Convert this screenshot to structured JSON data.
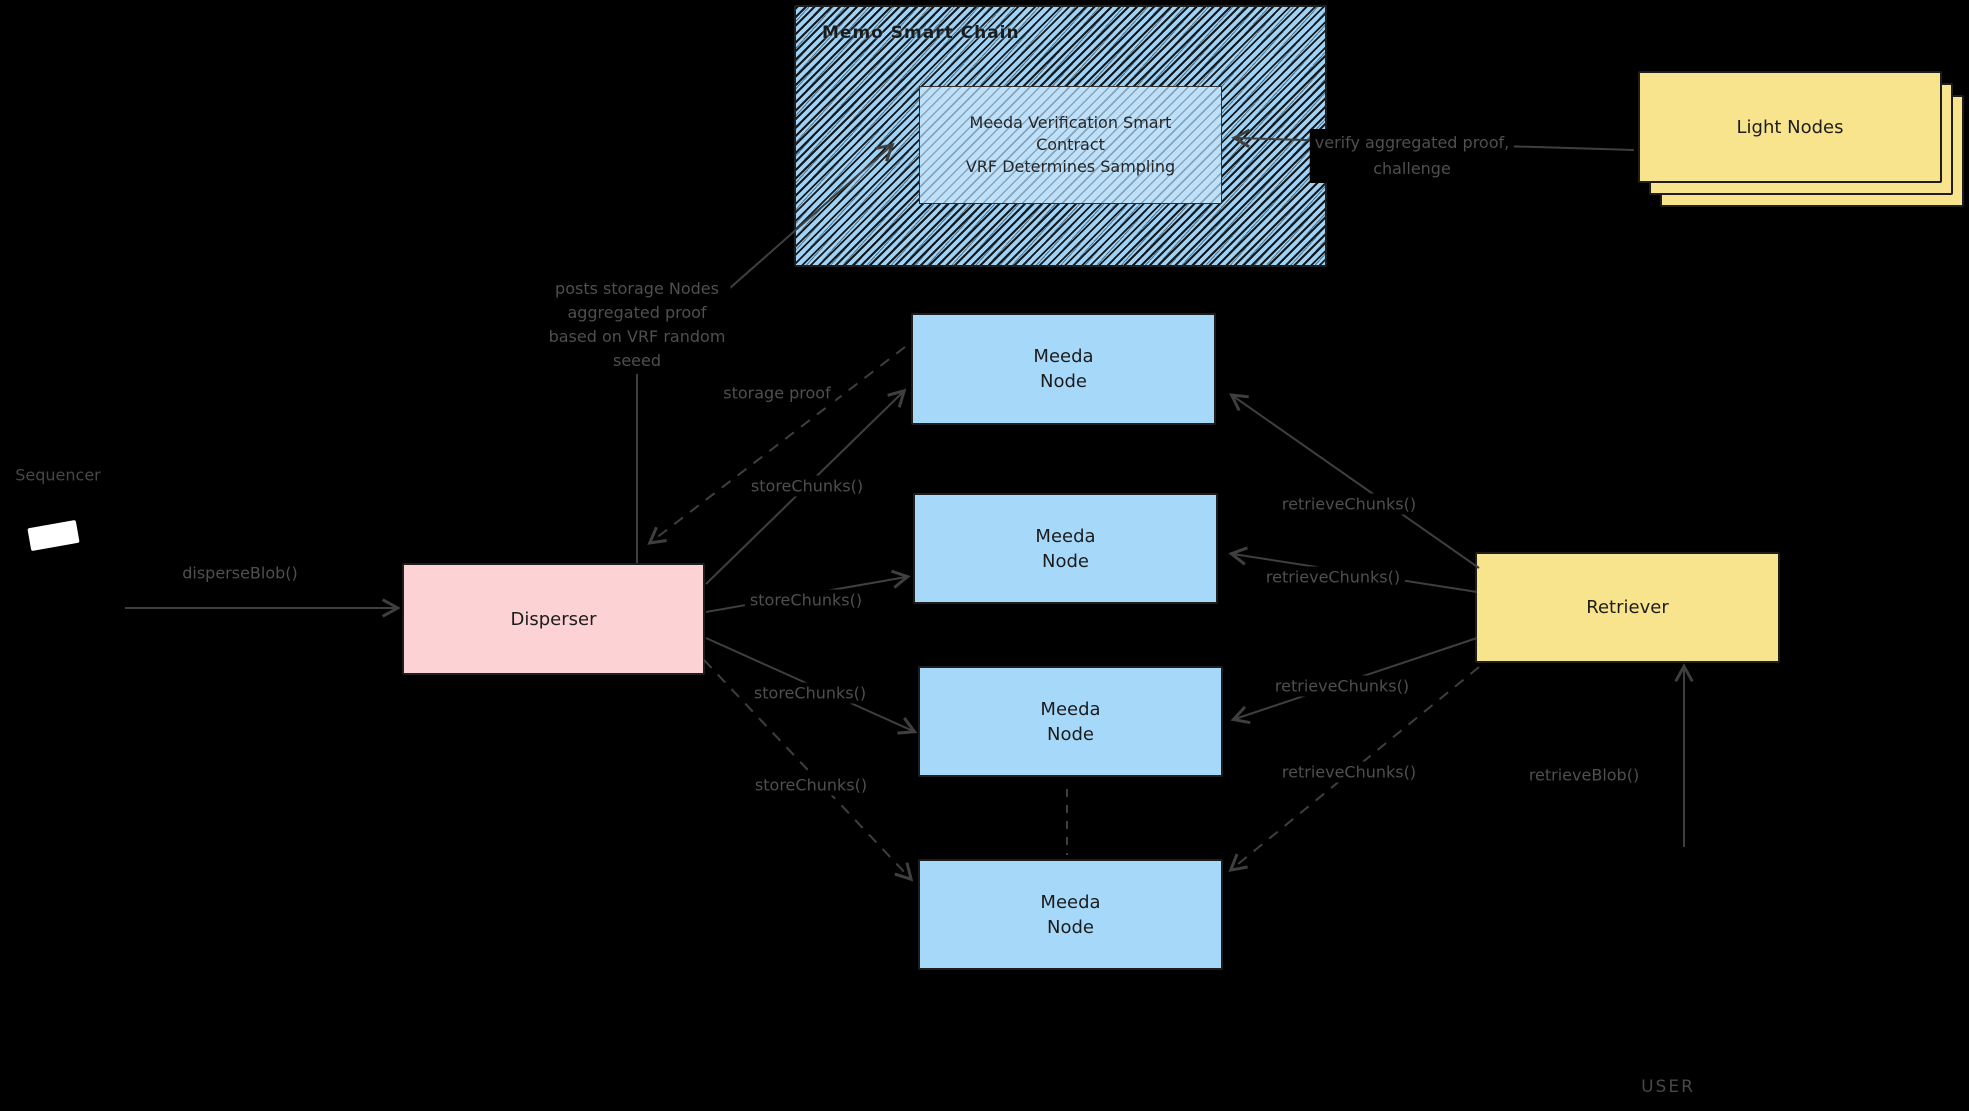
{
  "diagram": {
    "title": "Meeda data availability architecture",
    "colors": {
      "background": "#000000",
      "node_blue": "#a6d8fa",
      "disperser_pink": "#fcd2d5",
      "retriever_yellow": "#f8e48c",
      "light_nodes_yellow": "#f8e48c",
      "chain_hatch_blue": "#9fd2f5",
      "contract_blue": "#bee1fb",
      "box_stroke": "#1e1e1e",
      "wire_gray": "#3f3f3f",
      "label_gray": "#4f4f4f"
    },
    "chain": {
      "title": "Memo Smart Chain",
      "contract_lines": [
        "Meeda Verification Smart",
        "Contract",
        "VRF Determines Sampling"
      ]
    },
    "actors": {
      "sequencer": "Sequencer",
      "user": "USER"
    },
    "boxes": {
      "disperser": "Disperser",
      "retriever": "Retriever",
      "light_nodes": "Light Nodes"
    },
    "meeda_nodes": [
      {
        "line1": "Meeda",
        "line2": "Node"
      },
      {
        "line1": "Meeda",
        "line2": "Node"
      },
      {
        "line1": "Meeda",
        "line2": "Node"
      },
      {
        "line1": "Meeda",
        "line2": "Node"
      }
    ],
    "edge_labels": {
      "disperse_blob": "disperseBlob()",
      "store_chunks": "storeChunks()",
      "retrieve_chunks": "retrieveChunks()",
      "storage_proof": "storage proof",
      "retrieve_blob": "retrieveBlob()",
      "verify_lines": [
        "verify aggregated proof,",
        "challenge"
      ],
      "posts_proof_lines": [
        "posts storage Nodes",
        "aggregated proof",
        "based on VRF random",
        "seeed"
      ]
    }
  }
}
